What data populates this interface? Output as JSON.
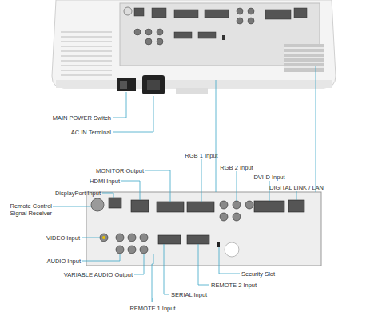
{
  "diagram": {
    "labels": [
      "MAIN POWER Switch",
      "AC IN Terminal",
      "RGB 1 Input",
      "MONITOR Output",
      "HDMI Input",
      "RGB 2 Input",
      "DVI-D Input",
      "DIGITAL LINK / LAN",
      "DisplayPort Input",
      "Remote Control Signal Receiver",
      "VIDEO Input",
      "Security Slot",
      "AUDIO Input",
      "REMOTE 2 Input",
      "VARIABLE AUDIO Output",
      "SERIAL Input",
      "REMOTE 1 Input"
    ]
  }
}
